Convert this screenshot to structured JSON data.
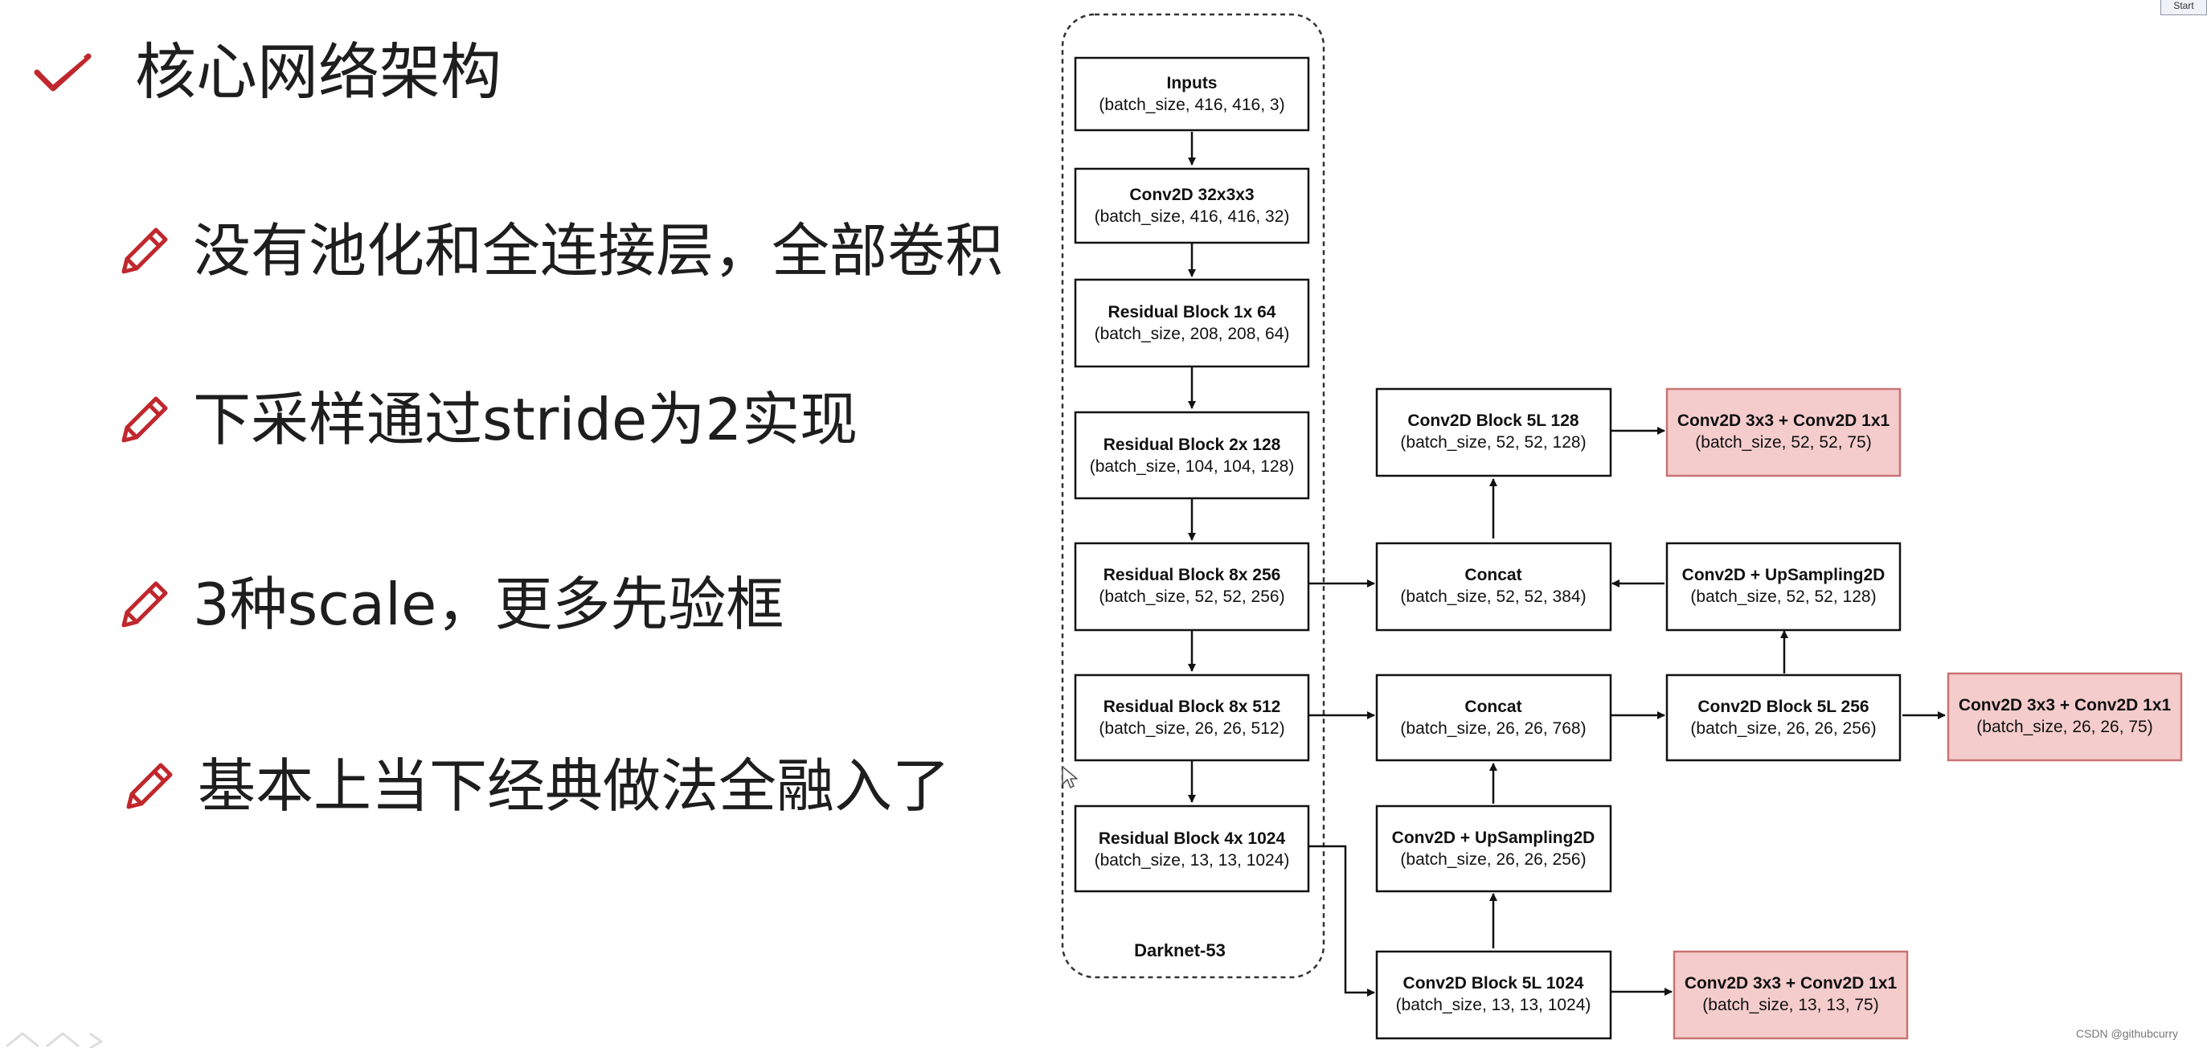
{
  "slide": {
    "heading": "核心网络架构",
    "bullets": [
      "没有池化和全连接层，全部卷积",
      "下采样通过stride为2实现",
      "3种scale，更多先验框",
      "基本上当下经典做法全融入了"
    ]
  },
  "diagram": {
    "group_label": "Darknet-53",
    "blocks": {
      "inputs": {
        "title": "Inputs",
        "shape": "(batch_size, 416, 416, 3)"
      },
      "conv32": {
        "title": "Conv2D 32x3x3",
        "shape": "(batch_size, 416, 416, 32)"
      },
      "res1": {
        "title": "Residual Block 1x  64",
        "shape": "(batch_size, 208, 208, 64)"
      },
      "res2": {
        "title": "Residual Block 2x  128",
        "shape": "(batch_size, 104, 104, 128)"
      },
      "res8a": {
        "title": "Residual Block 8x  256",
        "shape": "(batch_size, 52, 52, 256)"
      },
      "res8b": {
        "title": "Residual Block 8x  512",
        "shape": "(batch_size, 26, 26, 512)"
      },
      "res4": {
        "title": "Residual Block 4x  1024",
        "shape": "(batch_size, 13, 13, 1024)"
      },
      "cb128": {
        "title": "Conv2D Block 5L  128",
        "shape": "(batch_size, 52, 52, 128)"
      },
      "concat52": {
        "title": "Concat",
        "shape": "(batch_size, 52, 52, 384)"
      },
      "concat26": {
        "title": "Concat",
        "shape": "(batch_size, 26, 26, 768)"
      },
      "up26": {
        "title": "Conv2D + UpSampling2D",
        "shape": "(batch_size, 26, 26, 256)"
      },
      "cb1024": {
        "title": "Conv2D Block 5L  1024",
        "shape": "(batch_size, 13, 13, 1024)"
      },
      "out52": {
        "title": "Conv2D 3x3 + Conv2D 1x1",
        "shape": "(batch_size, 52, 52, 75)"
      },
      "up52": {
        "title": "Conv2D + UpSampling2D",
        "shape": "(batch_size, 52, 52, 128)"
      },
      "cb256": {
        "title": "Conv2D Block 5L  256",
        "shape": "(batch_size, 26, 26, 256)"
      },
      "out26": {
        "title": "Conv2D 3x3 + Conv2D 1x1",
        "shape": "(batch_size, 26, 26, 75)"
      },
      "out13": {
        "title": "Conv2D 3x3 + Conv2D 1x1",
        "shape": "(batch_size, 13, 13, 75)"
      }
    }
  },
  "colors": {
    "output_fill": "#f5cccc",
    "output_stroke": "#c87373",
    "accent": "#c0272d"
  },
  "icons": {
    "heading": "checkmark-icon",
    "bullet": "pencil-icon"
  },
  "watermark": "CSDN @githubcurry",
  "corner_button": "Start"
}
